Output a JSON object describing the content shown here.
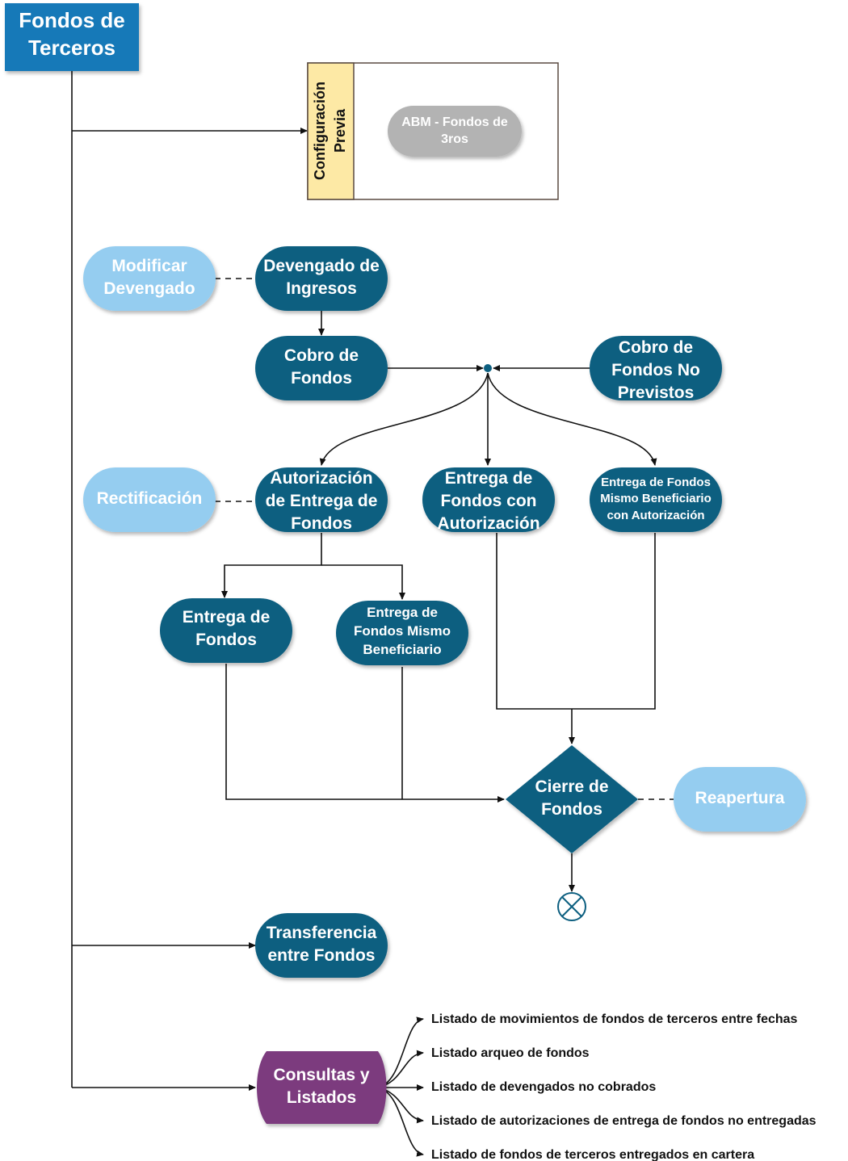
{
  "colors": {
    "header": "#1479b8",
    "dark_node": "#0d5f80",
    "light_node": "#95cdf0",
    "gray_node": "#b3b3b3",
    "purple_node": "#7b3b7e",
    "config_label_bg": "#fde9a5",
    "line": "#111111"
  },
  "header": {
    "line1": "Fondos de",
    "line2": "Terceros"
  },
  "config": {
    "label_line1": "Configuración",
    "label_line2": "Previa",
    "abm_line1": "ABM - Fondos de",
    "abm_line2": "3ros"
  },
  "nodes": {
    "modificar_devengado": {
      "line1": "Modificar",
      "line2": "Devengado"
    },
    "devengado_ingresos": {
      "line1": "Devengado de",
      "line2": "Ingresos"
    },
    "cobro_fondos": {
      "line1": "Cobro de",
      "line2": "Fondos"
    },
    "cobro_no_previstos": {
      "line1": "Cobro de",
      "line2": "Fondos No",
      "line3": "Previstos"
    },
    "rectificacion": {
      "line1": "Rectificación"
    },
    "autorizacion_entrega": {
      "line1": "Autorización",
      "line2": "de Entrega de",
      "line3": "Fondos"
    },
    "entrega_con_autorizacion": {
      "line1": "Entrega de",
      "line2": "Fondos con",
      "line3": "Autorización"
    },
    "entrega_mismo_benef_autorizacion": {
      "line1": "Entrega de Fondos",
      "line2": "Mismo Beneficiario",
      "line3": "con Autorización"
    },
    "entrega_fondos": {
      "line1": "Entrega de",
      "line2": "Fondos"
    },
    "entrega_mismo_beneficiario": {
      "line1": "Entrega de",
      "line2": "Fondos Mismo",
      "line3": "Beneficiario"
    },
    "cierre_fondos": {
      "line1": "Cierre de",
      "line2": "Fondos"
    },
    "reapertura": {
      "line1": "Reapertura"
    },
    "transferencia": {
      "line1": "Transferencia",
      "line2": "entre Fondos"
    },
    "consultas": {
      "line1": "Consultas y",
      "line2": "Listados"
    }
  },
  "listados": [
    "Listado de movimientos de fondos de terceros entre fechas",
    "Listado arqueo de fondos",
    "Listado de devengados no cobrados",
    "Listado de autorizaciones de entrega de fondos no entregadas",
    "Listado de fondos de terceros entregados en cartera"
  ]
}
